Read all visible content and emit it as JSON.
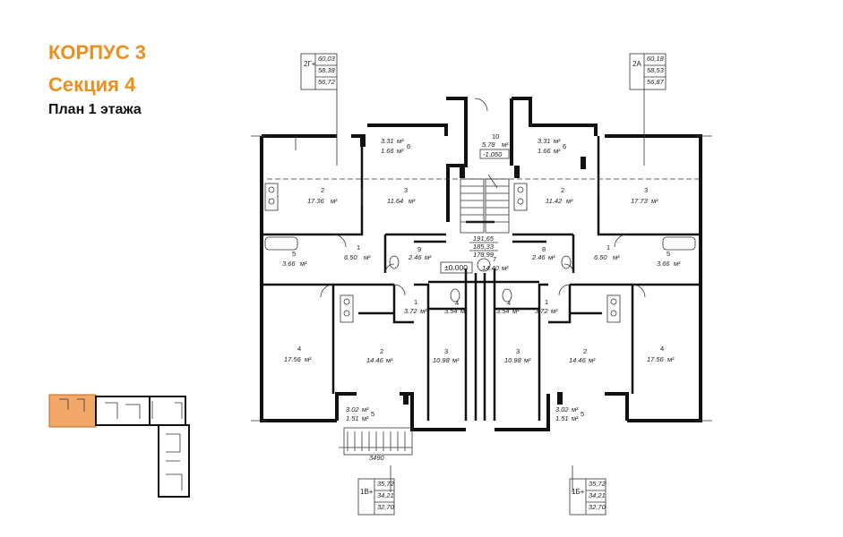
{
  "header": {
    "building": "КОРПУС 3",
    "section": "Секция 4",
    "plan": "План 1 этажа"
  },
  "colors": {
    "accent": "#e8911f",
    "line": "#111111",
    "highlight": "#f3a86a"
  },
  "apartments": {
    "top_left": {
      "code": "2Г+",
      "areas": [
        "60,03",
        "58,38",
        "56,72"
      ]
    },
    "top_right": {
      "code": "2А",
      "areas": [
        "60,18",
        "58,53",
        "56,87"
      ]
    },
    "bottom_left": {
      "code": "1В+",
      "areas": [
        "35,72",
        "34,21",
        "32,70"
      ]
    },
    "bottom_right": {
      "code": "1Б+",
      "areas": [
        "35,72",
        "34,21",
        "32,70"
      ]
    },
    "center": {
      "areas": [
        "191,65",
        "185,33",
        "178,99"
      ]
    }
  },
  "rooms": {
    "l_kitchen": {
      "num": "2",
      "area": "17.36"
    },
    "l_bed3": {
      "num": "3",
      "area": "11.64"
    },
    "l_balc6_a": "3.31",
    "l_balc6_b": "1.66",
    "l_balc6_n": "6",
    "l_hall": {
      "num": "1",
      "area": "6.50"
    },
    "l_bath": {
      "num": "5",
      "area": "3.66"
    },
    "l_wc9": {
      "num": "9",
      "area": "2.46"
    },
    "l_room4": {
      "num": "4",
      "area": "17.56"
    },
    "bl_kitchen": {
      "num": "2",
      "area": "14.46"
    },
    "bl_hall": {
      "num": "1",
      "area": "3.72"
    },
    "bl_bath": {
      "num": "4",
      "area": "3.54"
    },
    "bl_room3": {
      "num": "3",
      "area": "10.98"
    },
    "bl_balc_a": "3.02",
    "bl_balc_b": "1.51",
    "bl_balc_n": "5",
    "c_room10": {
      "num": "10",
      "area": "5.78",
      "level": "-1.050"
    },
    "c_lobby7": {
      "num": "7",
      "area": "14.40"
    },
    "zero_level": "±0.000",
    "r_kitchen": {
      "num": "2",
      "area": "11.42"
    },
    "r_room3": {
      "num": "3",
      "area": "17.73"
    },
    "r_balc6_a": "3.31",
    "r_balc6_b": "1.66",
    "r_balc6_n": "6",
    "r_wc8": {
      "num": "8",
      "area": "2.46"
    },
    "r_hall": {
      "num": "1",
      "area": "6.50"
    },
    "r_bath": {
      "num": "5",
      "area": "3.66"
    },
    "br_bath": {
      "num": "4",
      "area": "3.54"
    },
    "br_hall": {
      "num": "1",
      "area": "3.72"
    },
    "br_room3": {
      "num": "3",
      "area": "10.98"
    },
    "br_kitchen": {
      "num": "2",
      "area": "14.46"
    },
    "r_room4": {
      "num": "4",
      "area": "17.56"
    },
    "br_balc_a": "3.02",
    "br_balc_b": "1.51",
    "br_balc_n": "5"
  },
  "dims": {
    "stair_width": "3490"
  },
  "unit": "м²",
  "key_plan": {
    "highlight_section": "Секция 4"
  }
}
